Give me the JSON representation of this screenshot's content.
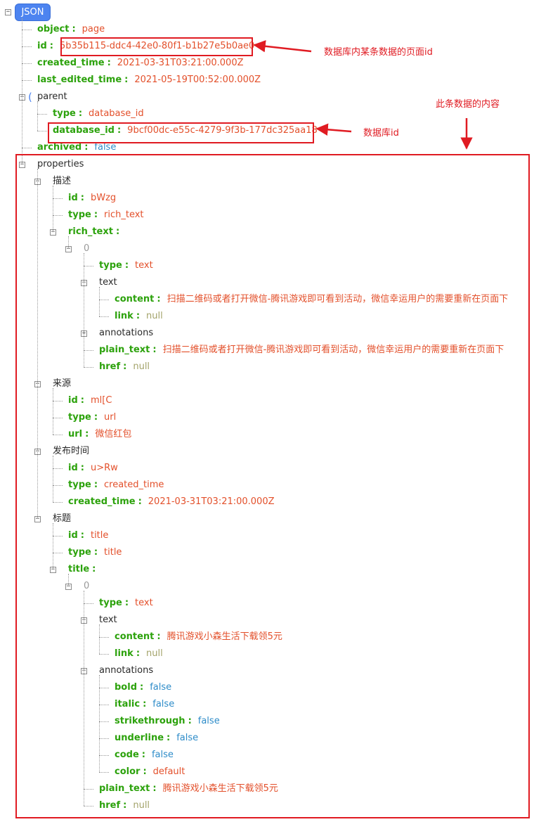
{
  "root_label": "JSON",
  "annotations": {
    "page_id_note": "数据库内某条数据的页面id",
    "content_note": "此条数据的内容",
    "db_id_note": "数据库id",
    "color": "#e01b22"
  },
  "rows": [
    {
      "key": "object",
      "val": "page",
      "vt": "str"
    },
    {
      "key": "id",
      "val": "5b35b115-ddc4-42e0-80f1-b1b27e5b0ae0",
      "vt": "str"
    },
    {
      "key": "created_time",
      "val": "2021-03-31T03:21:00.000Z",
      "vt": "str"
    },
    {
      "key": "last_edited_time",
      "val": "2021-05-19T00:52:00.000Z",
      "vt": "str"
    },
    {
      "node": "parent"
    },
    {
      "key": "type",
      "val": "database_id",
      "vt": "str"
    },
    {
      "key": "database_id",
      "val": "9bcf00dc-e55c-4279-9f3b-177dc325aa18",
      "vt": "str"
    },
    {
      "key": "archived",
      "val": "false",
      "vt": "bool"
    },
    {
      "node": "properties"
    },
    {
      "node": "描述"
    },
    {
      "key": "id",
      "val": "bWzg",
      "vt": "str"
    },
    {
      "key": "type",
      "val": "rich_text",
      "vt": "str"
    },
    {
      "key": "rich_text",
      "val": "",
      "vt": "none"
    },
    {
      "node": "0"
    },
    {
      "key": "type",
      "val": "text",
      "vt": "str"
    },
    {
      "node": "text"
    },
    {
      "key": "content",
      "val": "扫描二维码或者打开微信-腾讯游戏即可看到活动，微信幸运用户的需要重新在页面下",
      "vt": "str"
    },
    {
      "key": "link",
      "val": "null",
      "vt": "null"
    },
    {
      "node": "annotations"
    },
    {
      "key": "plain_text",
      "val": "扫描二维码或者打开微信-腾讯游戏即可看到活动，微信幸运用户的需要重新在页面下",
      "vt": "str"
    },
    {
      "key": "href",
      "val": "null",
      "vt": "null"
    },
    {
      "node": "来源"
    },
    {
      "key": "id",
      "val": "ml[C",
      "vt": "str"
    },
    {
      "key": "type",
      "val": "url",
      "vt": "str"
    },
    {
      "key": "url",
      "val": "微信红包",
      "vt": "str"
    },
    {
      "node": "发布时间"
    },
    {
      "key": "id",
      "val": "u>Rw",
      "vt": "str"
    },
    {
      "key": "type",
      "val": "created_time",
      "vt": "str"
    },
    {
      "key": "created_time",
      "val": "2021-03-31T03:21:00.000Z",
      "vt": "str"
    },
    {
      "node": "标题"
    },
    {
      "key": "id",
      "val": "title",
      "vt": "str"
    },
    {
      "key": "type",
      "val": "title",
      "vt": "str"
    },
    {
      "key": "title",
      "val": "",
      "vt": "none"
    },
    {
      "node": "0"
    },
    {
      "key": "type",
      "val": "text",
      "vt": "str"
    },
    {
      "node": "text"
    },
    {
      "key": "content",
      "val": "腾讯游戏小森生活下载领5元",
      "vt": "str"
    },
    {
      "key": "link",
      "val": "null",
      "vt": "null"
    },
    {
      "node": "annotations"
    },
    {
      "key": "bold",
      "val": "false",
      "vt": "bool"
    },
    {
      "key": "italic",
      "val": "false",
      "vt": "bool"
    },
    {
      "key": "strikethrough",
      "val": "false",
      "vt": "bool"
    },
    {
      "key": "underline",
      "val": "false",
      "vt": "bool"
    },
    {
      "key": "code",
      "val": "false",
      "vt": "bool"
    },
    {
      "key": "color",
      "val": "default",
      "vt": "str"
    },
    {
      "key": "plain_text",
      "val": "腾讯游戏小森生活下载领5元",
      "vt": "str"
    },
    {
      "key": "href",
      "val": "null",
      "vt": "null"
    }
  ]
}
